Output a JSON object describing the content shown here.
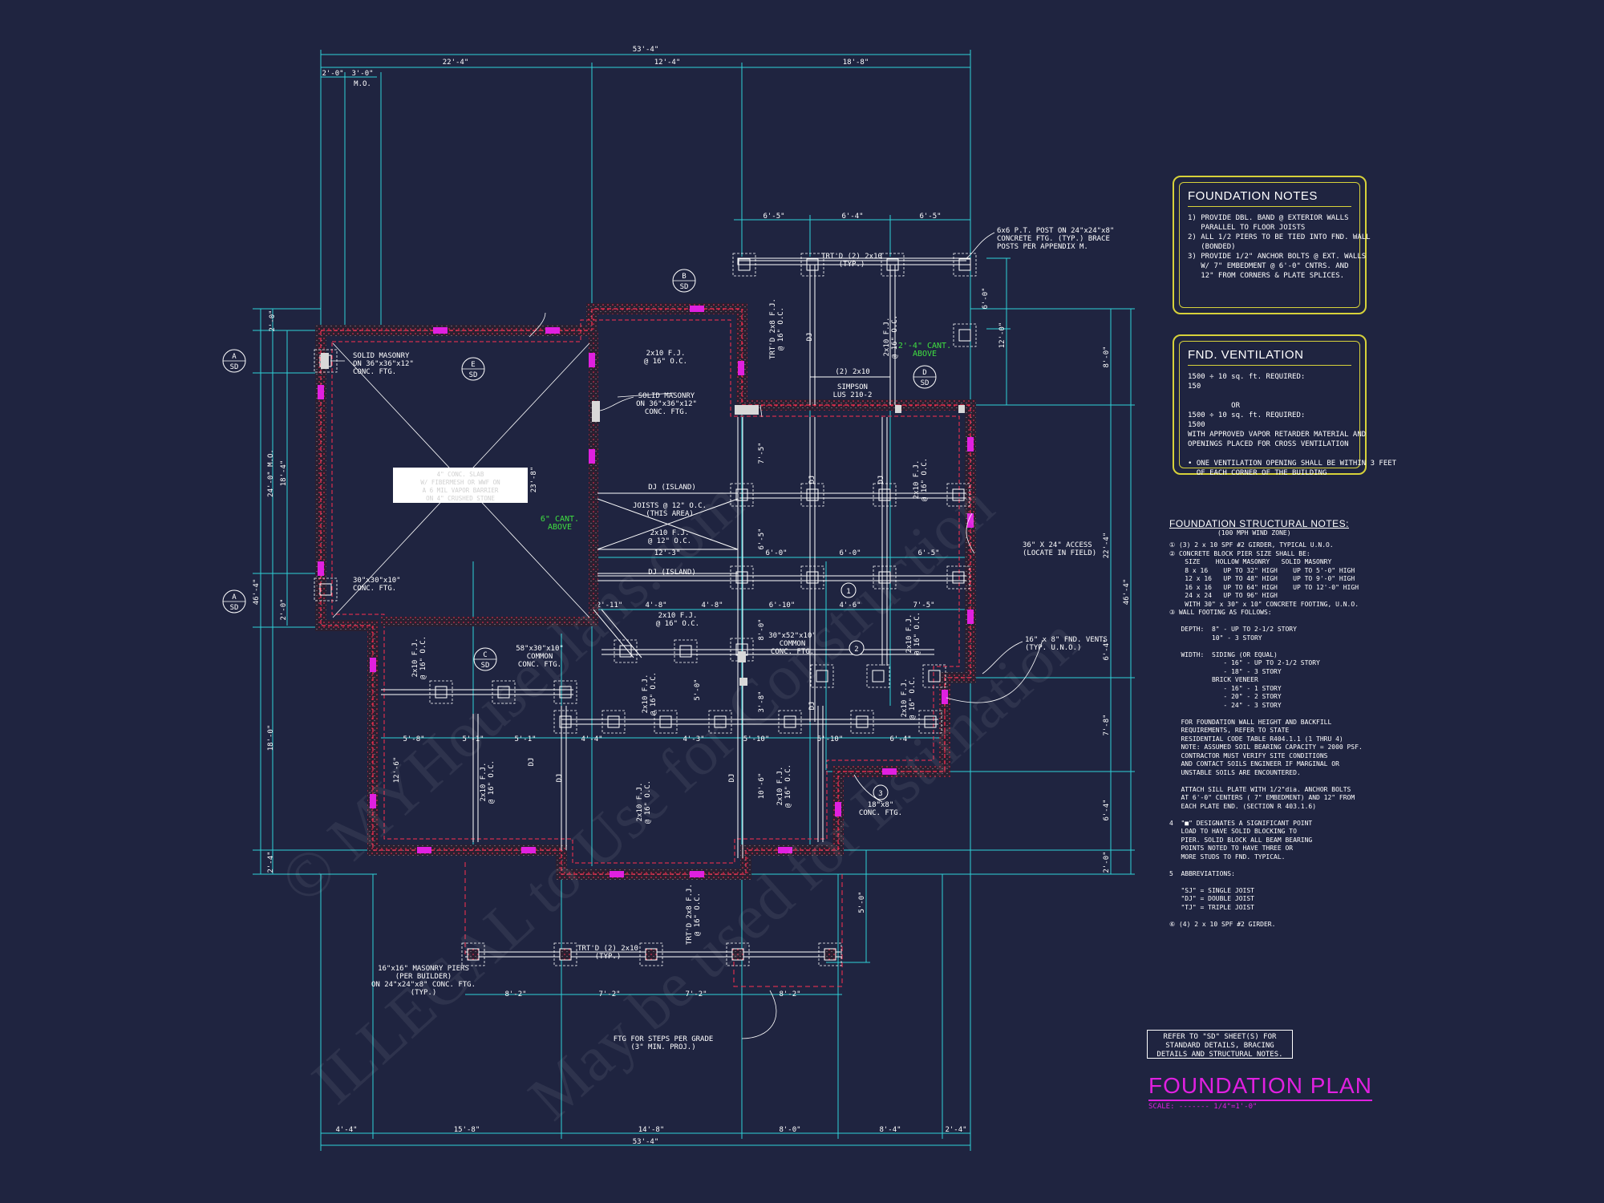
{
  "colors": {
    "background": "#1f2440",
    "dimension_line": "#2fd2d8",
    "wall_outline": "#ff3050",
    "accent_magenta": "#e020e0",
    "label_green": "#40e040",
    "note_border": "#d7d23a"
  },
  "dimensions": {
    "top_overall": "53'-4\"",
    "top_a": "22'-4\"",
    "top_b": "12'-4\"",
    "top_c": "18'-8\"",
    "top_d": "2'-0\"",
    "top_e": "3'-0\"",
    "mo": "M.O.",
    "porch_a": "6'-5\"",
    "porch_b": "6'-4\"",
    "porch_c": "6'-5\"",
    "left_a": "2'-0\"",
    "left_b": "24'-0\" M.O.",
    "left_c": "18'-4\"",
    "left_d": "2'-0\"",
    "left_e": "18'-0\"",
    "left_f": "2'-4\"",
    "left_overall": "46'-4\"",
    "right_a": "8'-0\"",
    "right_b": "22'-4\"",
    "right_c": "6'-4\"",
    "right_d": "7'-8\"",
    "right_e": "6'-4\"",
    "right_f": "2'-0\"",
    "right_overall": "46'-4\"",
    "right_porch_a": "6'-0\"",
    "right_porch_b": "12'-0\"",
    "bottom_a": "4'-4\"",
    "bottom_b": "15'-8\"",
    "bottom_c": "14'-8\"",
    "bottom_d": "8'-0\"",
    "bottom_e": "8'-4\"",
    "bottom_f": "2'-4\"",
    "bottom_overall": "53'-4\"",
    "step_a": "8'-2\"",
    "step_b": "7'-2\"",
    "step_c": "7'-2\"",
    "step_d": "8'-2\"",
    "front_porch_depth": "5'-0\"",
    "inner_a": "12'-3\"",
    "inner_b": "6'-0\"",
    "inner_c": "6'-0\"",
    "inner_d": "6'-5\"",
    "inner_e": "2'-11\"",
    "inner_f": "4'-8\"",
    "inner_g": "4'-8\"",
    "inner_h": "6'-10\"",
    "inner_i": "4'-6\"",
    "inner_j": "7'-5\"",
    "inner_k": "5'-8\"",
    "inner_l": "5'-1\"",
    "inner_m": "5'-1\"",
    "inner_n": "4'-4\"",
    "inner_o": "4'-3\"",
    "inner_p": "5'-10\"",
    "inner_q": "5'-10\"",
    "inner_r": "6'-4\"",
    "v_a": "7'-5\"",
    "v_b": "6'-5\"",
    "v_c": "8'-0\"",
    "v_d": "3'-8\"",
    "v_e": "5'-0\"",
    "v_f": "12'-6\"",
    "v_g": "10'-6\"",
    "v_h": "23'-8\""
  },
  "callouts": {
    "post": "6x6 P.T. POST ON 24\"x24\"x8\"\nCONCRETE FTG. (TYP.) BRACE\nPOSTS PER APPENDIX M.",
    "trtd_top": "TRT'D (2) 2x10\n(TYP.)",
    "trtd_fj": "TRT'D 2x8 F.J.\n@ 16\" O.C.",
    "simpson_a": "(2) 2x10",
    "simpson_b": "SIMPSON\nLUS 210-2",
    "cant_right": "2'-4\" CANT.\nABOVE",
    "cant_left": "6\" CANT.\nABOVE",
    "solid_masonry_left": "SOLID MASONRY\nON 36\"x36\"x12\"\nCONC. FTG.",
    "solid_masonry_center": "SOLID MASONRY\nON 36\"x36\"x12\"\nCONC. FTG.",
    "fj_2x10_a": "2x10 F.J.\n@ 16\" O.C.",
    "dj_island_a": "DJ (ISLAND)",
    "joists": "JOISTS @ 12\" O.C.\n(THIS AREA)",
    "fj_2x10_b": "2x10 F.J.\n@ 12\" O.C.",
    "dj_island_b": "DJ (ISLAND)",
    "garage_note": "4\" CONC. SLAB\nW/ FIBERMESH OR WWF ON\nA 6 MIL VAPOR BARRIER\nON 4\" CRUSHED STONE",
    "ftg_30": "30\"x30\"x10\"\nCONC. FTG.",
    "common_58": "58\"x30\"x10\"\nCOMMON\nCONC. FTG.",
    "common_30": "30\"x52\"x10\"\nCOMMON\nCONC. FTG.",
    "fj_2x10_c": "2x10 F.J.\n@ 16\" O.C.",
    "access": "36\" X 24\" ACCESS\n(LOCATE IN FIELD)",
    "vents": "16\" x 8\" FND. VENTS\n(TYP. U.N.O.)",
    "conc_18": "18\"x8\"\nCONC. FTG.",
    "masonry_piers": "16\"x16\" MASONRY PIERS\n(PER BUILDER)\nON 24\"x24\"x8\" CONC. FTG.\n(TYP.)",
    "trtd_bottom": "TRT'D (2) 2x10\n(TYP.)",
    "trtd_fj_bottom": "TRT'D 2x8 F.J.\n@ 16\" O.C.",
    "ftg_steps": "FTG FOR STEPS PER GRADE\n(3\" MIN. PROJ.)",
    "dj": "DJ",
    "fj_2x10": "2x10 F.J.\n@ 16\" O.C.",
    "tag_1": "1",
    "tag_2": "2",
    "tag_3": "3"
  },
  "section_tags": [
    {
      "letter": "A",
      "sheet": "SD"
    },
    {
      "letter": "A",
      "sheet": "SD"
    },
    {
      "letter": "B",
      "sheet": "SD"
    },
    {
      "letter": "C",
      "sheet": "SD"
    },
    {
      "letter": "D",
      "sheet": "SD"
    },
    {
      "letter": "E",
      "sheet": "SD"
    }
  ],
  "foundation_notes": {
    "title": "FOUNDATION NOTES",
    "lines": [
      "1) PROVIDE DBL. BAND @ EXTERIOR WALLS",
      "   PARALLEL TO FLOOR JOISTS",
      "2) ALL 1/2 PIERS TO BE TIED INTO FND. WALL",
      "   (BONDED)",
      "3) PROVIDE 1/2\" ANCHOR BOLTS @ EXT. WALLS",
      "   W/ 7\" EMBEDMENT @ 6'-0\" CNTRS. AND",
      "   12\" FROM CORNERS & PLATE SPLICES."
    ]
  },
  "ventilation": {
    "title": "FND. VENTILATION",
    "lines": [
      "1500 ÷ 10 sq. ft. REQUIRED:",
      "150",
      "",
      "          OR",
      "1500 ÷ 10 sq. ft. REQUIRED:",
      "1500",
      "WITH APPROVED VAPOR RETARDER MATERIAL AND",
      "OPENINGS PLACED FOR CROSS VENTILATION",
      "",
      "• ONE VENTILATION OPENING SHALL BE WITHIN 3 FEET",
      "  OF EACH CORNER OF THE BUILDING"
    ]
  },
  "structural_notes": {
    "title": "FOUNDATION STRUCTURAL NOTES:",
    "subtitle": "(100 MPH WIND ZONE)",
    "lines": [
      "① (3) 2 x 10 SPF #2 GIRDER, TYPICAL U.N.O.",
      "② CONCRETE BLOCK PIER SIZE SHALL BE:",
      "    SIZE    HOLLOW MASONRY   SOLID MASONRY",
      "    8 x 16    UP TO 32\" HIGH    UP TO 5'-0\" HIGH",
      "    12 x 16   UP TO 48\" HIGH    UP TO 9'-0\" HIGH",
      "    16 x 16   UP TO 64\" HIGH    UP TO 12'-0\" HIGH",
      "    24 x 24   UP TO 96\" HIGH",
      "    WITH 30\" x 30\" x 10\" CONCRETE FOOTING, U.N.O.",
      "③ WALL FOOTING AS FOLLOWS:",
      "",
      "   DEPTH:  8\" - UP TO 2-1/2 STORY",
      "           10\" - 3 STORY",
      "",
      "   WIDTH:  SIDING (OR EQUAL)",
      "              - 16\" - UP TO 2-1/2 STORY",
      "              - 18\" - 3 STORY",
      "           BRICK VENEER",
      "              - 16\" - 1 STORY",
      "              - 20\" - 2 STORY",
      "              - 24\" - 3 STORY",
      "",
      "   FOR FOUNDATION WALL HEIGHT AND BACKFILL",
      "   REQUIREMENTS, REFER TO STATE",
      "   RESIDENTIAL CODE TABLE R404.1.1 (1 THRU 4)",
      "   NOTE: ASSUMED SOIL BEARING CAPACITY = 2000 PSF.",
      "   CONTRACTOR MUST VERIFY SITE CONDITIONS",
      "   AND CONTACT SOILS ENGINEER IF MARGINAL OR",
      "   UNSTABLE SOILS ARE ENCOUNTERED.",
      "",
      "   ATTACH SILL PLATE WITH 1/2\"dia. ANCHOR BOLTS",
      "   AT 6'-0\" CENTERS ( 7\" EMBEDMENT) AND 12\" FROM",
      "   EACH PLATE END. (SECTION R 403.1.6)",
      "",
      "4  \"■\" DESIGNATES A SIGNIFICANT POINT",
      "   LOAD TO HAVE SOLID BLOCKING TO",
      "   PIER. SOLID BLOCK ALL BEAM BEARING",
      "   POINTS NOTED TO HAVE THREE OR",
      "   MORE STUDS TO FND. TYPICAL.",
      "",
      "5  ABBREVIATIONS:",
      "",
      "   \"SJ\" = SINGLE JOIST",
      "   \"DJ\" = DOUBLE JOIST",
      "   \"TJ\" = TRIPLE JOIST",
      "",
      "⑥ (4) 2 x 10 SPF #2 GIRDER."
    ]
  },
  "refer_note": "REFER TO \"SD\" SHEET(S) FOR\nSTANDARD DETAILS, BRACING\nDETAILS AND STRUCTURAL NOTES.",
  "plan_title": "FOUNDATION PLAN",
  "plan_scale": "SCALE: ------- 1/4\"=1'-0\"",
  "watermarks": [
    "© MYHouseplans.com",
    "ILLEGAL to Use for Construction",
    "May be used for Estimation"
  ]
}
